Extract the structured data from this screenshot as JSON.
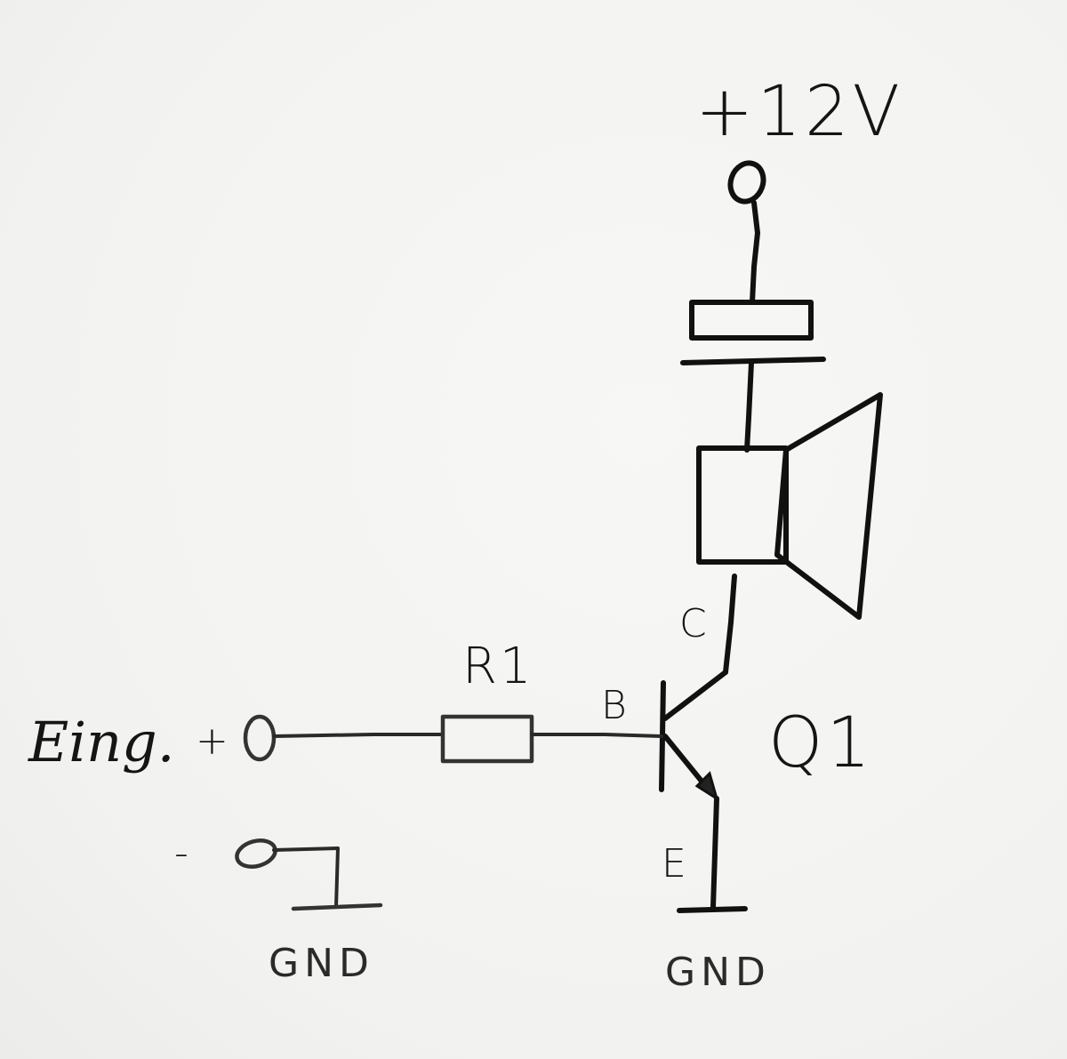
{
  "labels": {
    "supply": "+12V",
    "input_name": "Eing.",
    "input_plus": "+",
    "input_minus": "-",
    "gnd_left": "GND",
    "gnd_right": "GND",
    "resistor": "R1",
    "base": "B",
    "collector": "C",
    "emitter": "E",
    "transistor": "Q1"
  }
}
